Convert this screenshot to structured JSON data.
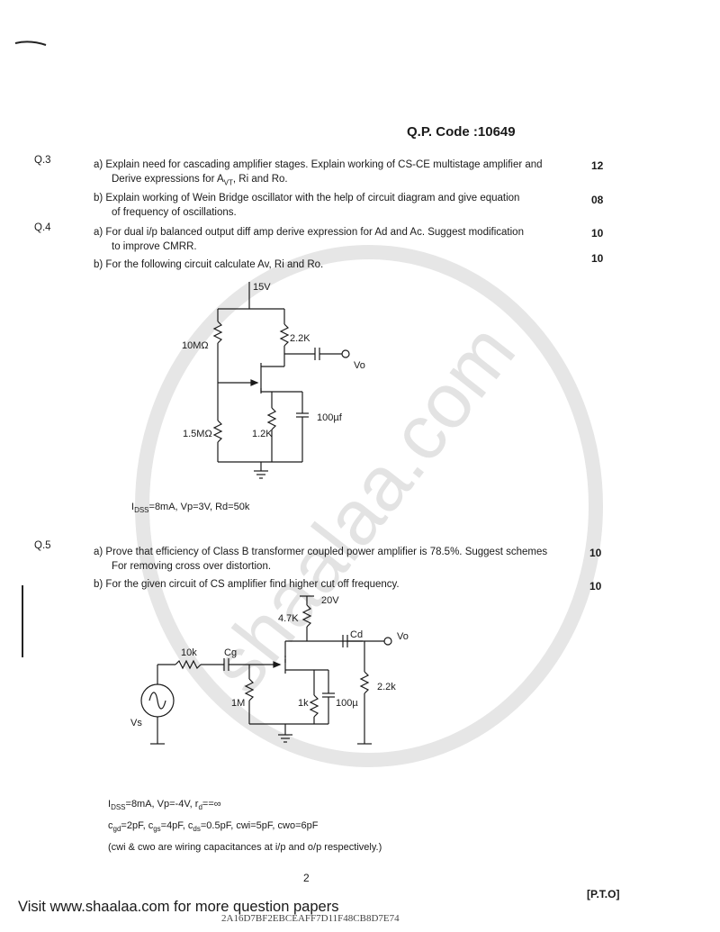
{
  "header": {
    "qp_code": "Q.P. Code :10649"
  },
  "questions": [
    {
      "number": "Q.3",
      "parts": [
        {
          "line1": "a) Explain need for cascading amplifier stages. Explain working of CS-CE multistage amplifier and",
          "line2": "Derive expressions for A",
          "line2_sub": "VT",
          "line2_rest": ", Ri and Ro.",
          "marks": "12"
        },
        {
          "line1": "b) Explain working of Wein Bridge oscillator with the help of circuit diagram and give equation",
          "line2": "of frequency of oscillations.",
          "marks": "08"
        }
      ]
    },
    {
      "number": "Q.4",
      "parts": [
        {
          "line1": "a) For dual i/p balanced output diff amp derive expression for Ad and Ac. Suggest modification",
          "line2": "to improve CMRR.",
          "marks": "10"
        },
        {
          "line1": "b) For the following circuit calculate Av, Ri and Ro.",
          "marks": "10"
        }
      ]
    },
    {
      "number": "Q.5",
      "parts": [
        {
          "line1": "a)  Prove that efficiency of Class B transformer coupled power amplifier is 78.5%. Suggest schemes",
          "line2": "For removing cross over distortion.",
          "marks": "10"
        },
        {
          "line1": "b) For the given circuit of CS amplifier find higher cut off frequency.",
          "marks": "10"
        }
      ]
    }
  ],
  "circuit1": {
    "labels": {
      "supply": "15V",
      "r_top": "10MΩ",
      "rd": "2.2K",
      "out": "Vo",
      "cap": "100µf",
      "r_bot": "1.5MΩ",
      "rs": "1.2K"
    },
    "params": {
      "idss_pre": "I",
      "idss_sub": "DSS",
      "idss_rest": "=8mA,  Vp=3V,  Rd=50k"
    }
  },
  "circuit2": {
    "labels": {
      "supply": "20V",
      "rd": "4.7K",
      "cd": "Cd",
      "out": "Vo",
      "rsig": "10k",
      "cg": "Cg",
      "rl": "2.2k",
      "rg": "1M",
      "rs": "1k",
      "cs": "100µ",
      "src": "Vs"
    },
    "params": {
      "line1_pre": "I",
      "line1_sub": "DSS",
      "line1_rest": "=8mA, Vp=-4V, r",
      "line1_sub2": "d",
      "line1_rest2": "==∞",
      "line2": "c",
      "line2_parts": [
        {
          "t": "c",
          "s": "gd",
          "r": "=2pF, "
        },
        {
          "t": "c",
          "s": "gs",
          "r": "=4pF, "
        },
        {
          "t": "c",
          "s": "ds",
          "r": "=0.5pF, "
        },
        {
          "t": "cwi",
          "s": "",
          "r": "=5pF, "
        },
        {
          "t": "cwo",
          "s": "",
          "r": "=6pF"
        }
      ],
      "line3": "(cwi & cwo are wiring capacitances at i/p and o/p respectively.)"
    }
  },
  "footer": {
    "page_number": "2",
    "pto": "[P.T.O]",
    "visit": "Visit www.shaalaa.com for more question papers",
    "hash": "2A16D7BF2EBCEAFF7D11F48CB8D7E74"
  },
  "watermark": {
    "text": "shaalaa.com"
  }
}
